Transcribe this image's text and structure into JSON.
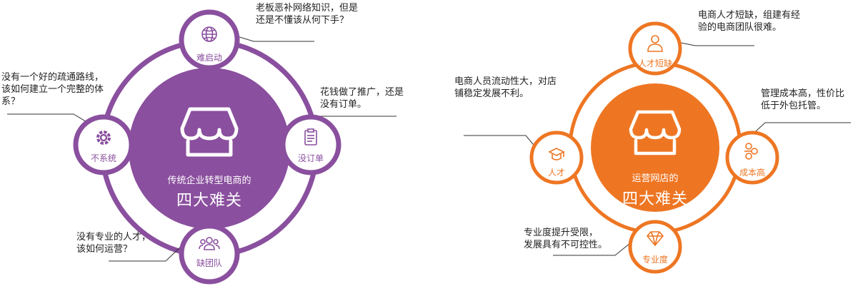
{
  "left": {
    "color": "#8a4f9e",
    "center": {
      "line1": "传统企业转型电商的",
      "line2": "四大难关"
    },
    "nodes": {
      "top": {
        "label": "难启动",
        "icon": "globe-icon"
      },
      "left": {
        "label": "不系统",
        "icon": "gear-icon"
      },
      "right": {
        "label": "没订单",
        "icon": "clipboard-icon"
      },
      "bottom": {
        "label": "缺团队",
        "icon": "team-icon"
      }
    },
    "annotations": {
      "top": [
        "老板恶补网络知识，但是",
        "还是不懂该从何下手？"
      ],
      "left": [
        "没有一个好的疏通路线，",
        "该如何建立一个完整的体",
        "系？"
      ],
      "right": [
        "花钱做了推广，还是",
        "没有订单。"
      ],
      "bottom": [
        "没有专业的人才，",
        "该如何运营？"
      ]
    }
  },
  "right": {
    "color": "#ee7623",
    "center": {
      "line1": "运营网店的",
      "line2": "四大难关"
    },
    "nodes": {
      "top": {
        "label": "人才短缺",
        "icon": "person-icon"
      },
      "left": {
        "label": "人才",
        "icon": "graduation-cap-icon"
      },
      "right": {
        "label": "成本高",
        "icon": "coins-icon"
      },
      "bottom": {
        "label": "专业度",
        "icon": "diamond-icon"
      }
    },
    "annotations": {
      "top": [
        "电商人才短缺，组建有经",
        "验的电商团队很难。"
      ],
      "left": [
        "电商人员流动性大，对店",
        "铺稳定发展不利。"
      ],
      "right": [
        "管理成本高，性价比",
        "低于外包托管。"
      ],
      "bottom": [
        "专业度提升受限，",
        "发展具有不可控性。"
      ]
    }
  }
}
